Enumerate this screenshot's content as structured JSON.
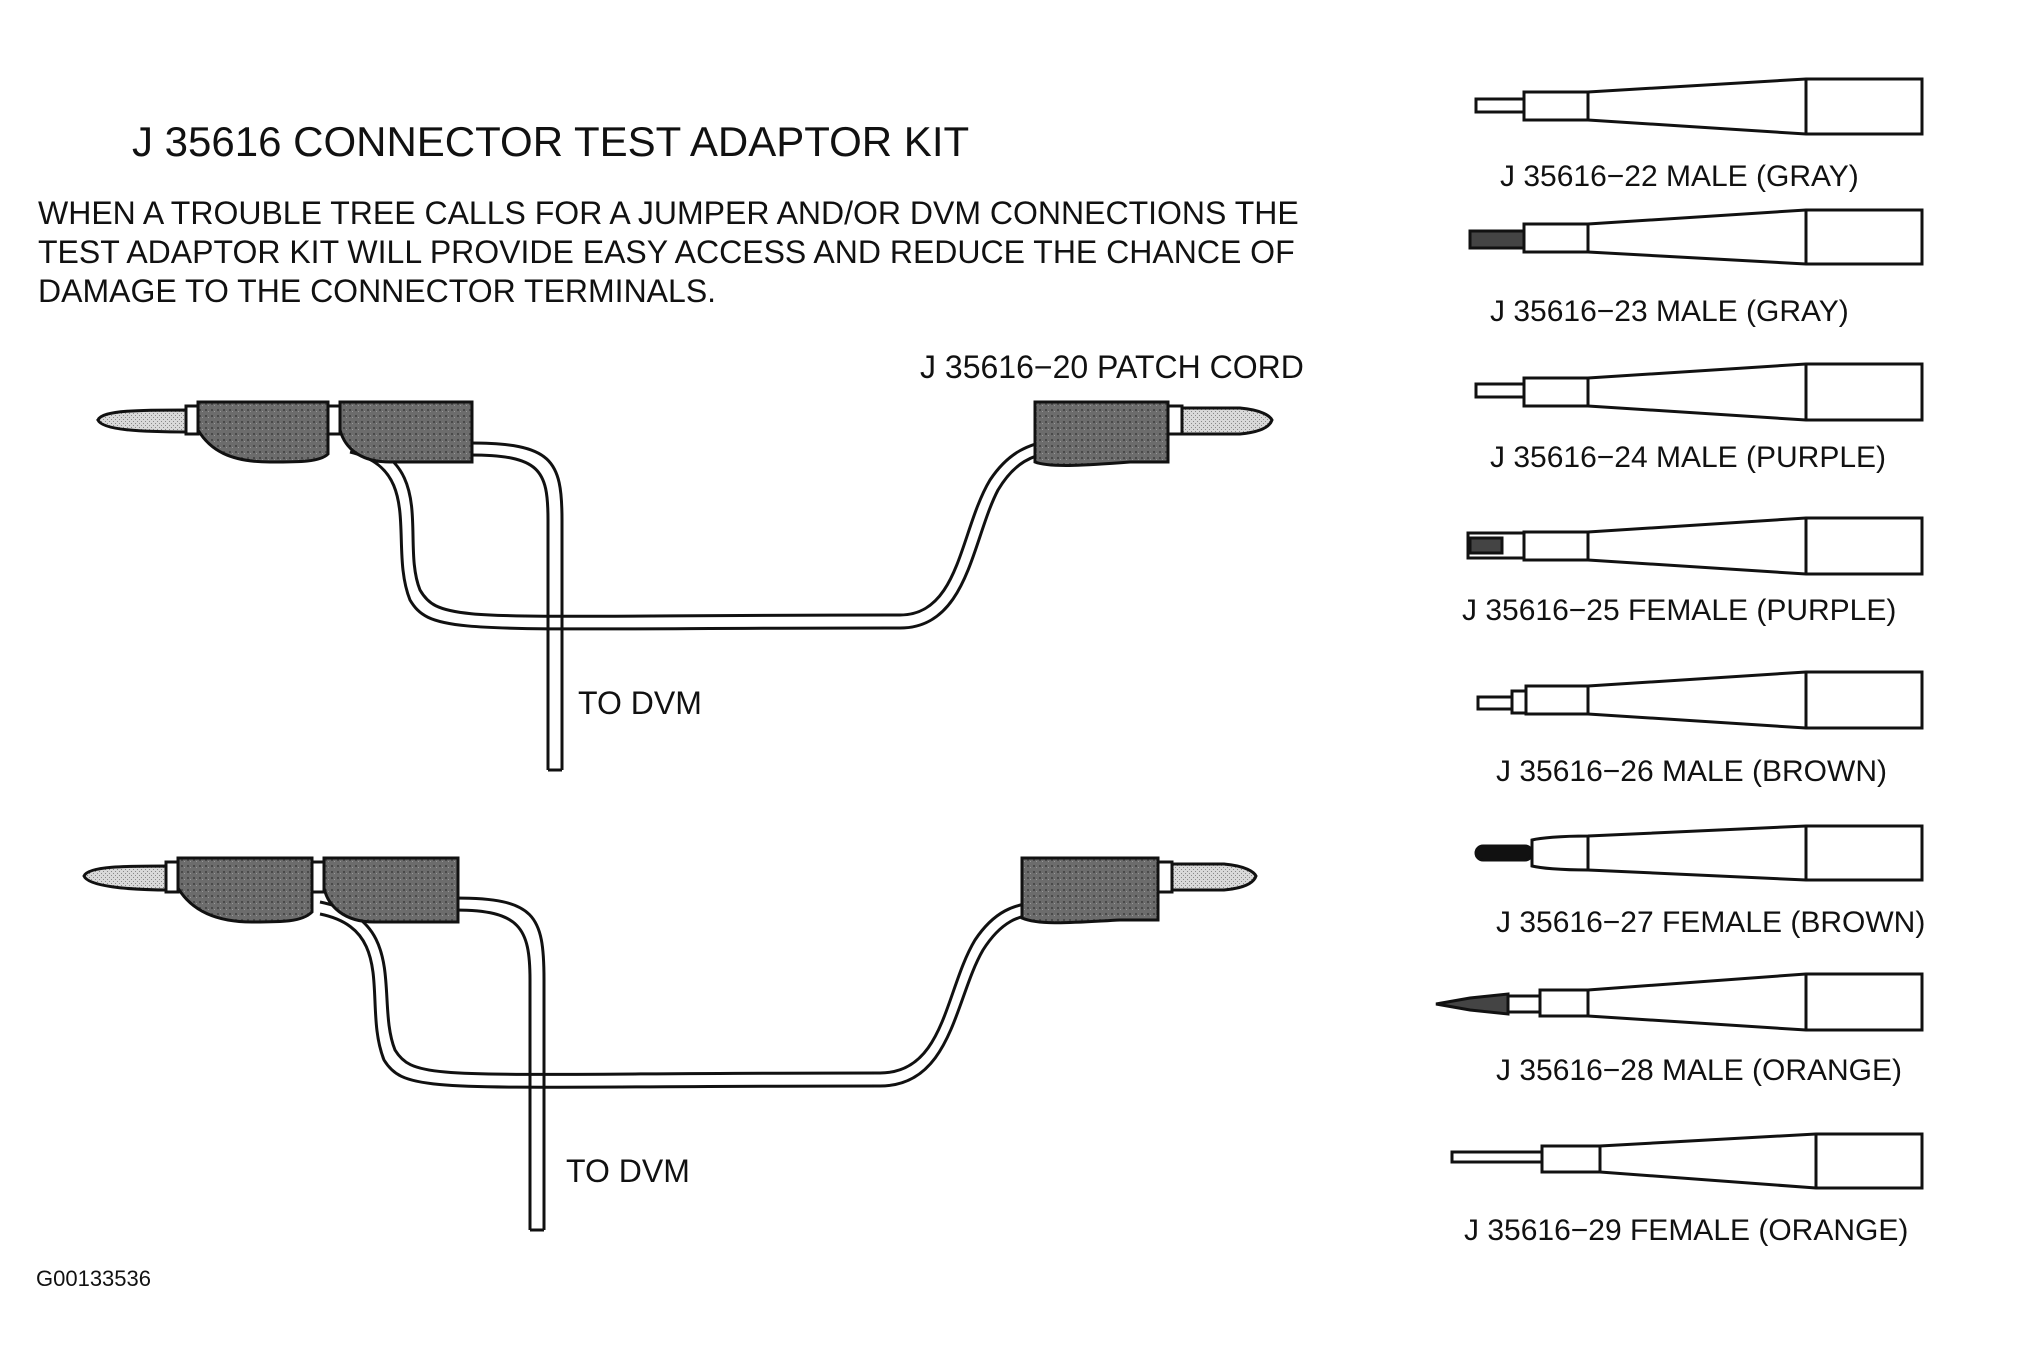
{
  "title": "J  35616 CONNECTOR TEST ADAPTOR KIT",
  "description_lines": [
    "WHEN A TROUBLE TREE CALLS FOR A JUMPER AND/OR DVM CONNECTIONS THE",
    "TEST ADAPTOR KIT WILL PROVIDE EASY ACCESS AND REDUCE THE CHANCE OF",
    "DAMAGE TO THE CONNECTOR TERMINALS."
  ],
  "patch_cord_label": "J  35616−20 PATCH CORD",
  "dvm_label_top": "TO DVM",
  "dvm_label_bottom": "TO DVM",
  "adaptors": [
    {
      "label": "J  35616−22 MALE (GRAY)",
      "tip": "pin"
    },
    {
      "label": "J  35616−23 MALE (GRAY)",
      "tip": "blade"
    },
    {
      "label": "J  35616−24 MALE (PURPLE)",
      "tip": "pin"
    },
    {
      "label": "J  35616−25 FEMALE (PURPLE)",
      "tip": "socket"
    },
    {
      "label": "J  35616−26 MALE (BROWN)",
      "tip": "pin-step"
    },
    {
      "label": "J  35616−27 FEMALE (BROWN)",
      "tip": "round-socket"
    },
    {
      "label": "J  35616−28 MALE (ORANGE)",
      "tip": "spade"
    },
    {
      "label": "J  35616−29 FEMALE (ORANGE)",
      "tip": "long-pin"
    }
  ],
  "figure_id": "G00133536",
  "colors": {
    "ink": "#111111",
    "plug_fill": "#6f6f6f",
    "tip_fill": "#cfcfcf"
  }
}
